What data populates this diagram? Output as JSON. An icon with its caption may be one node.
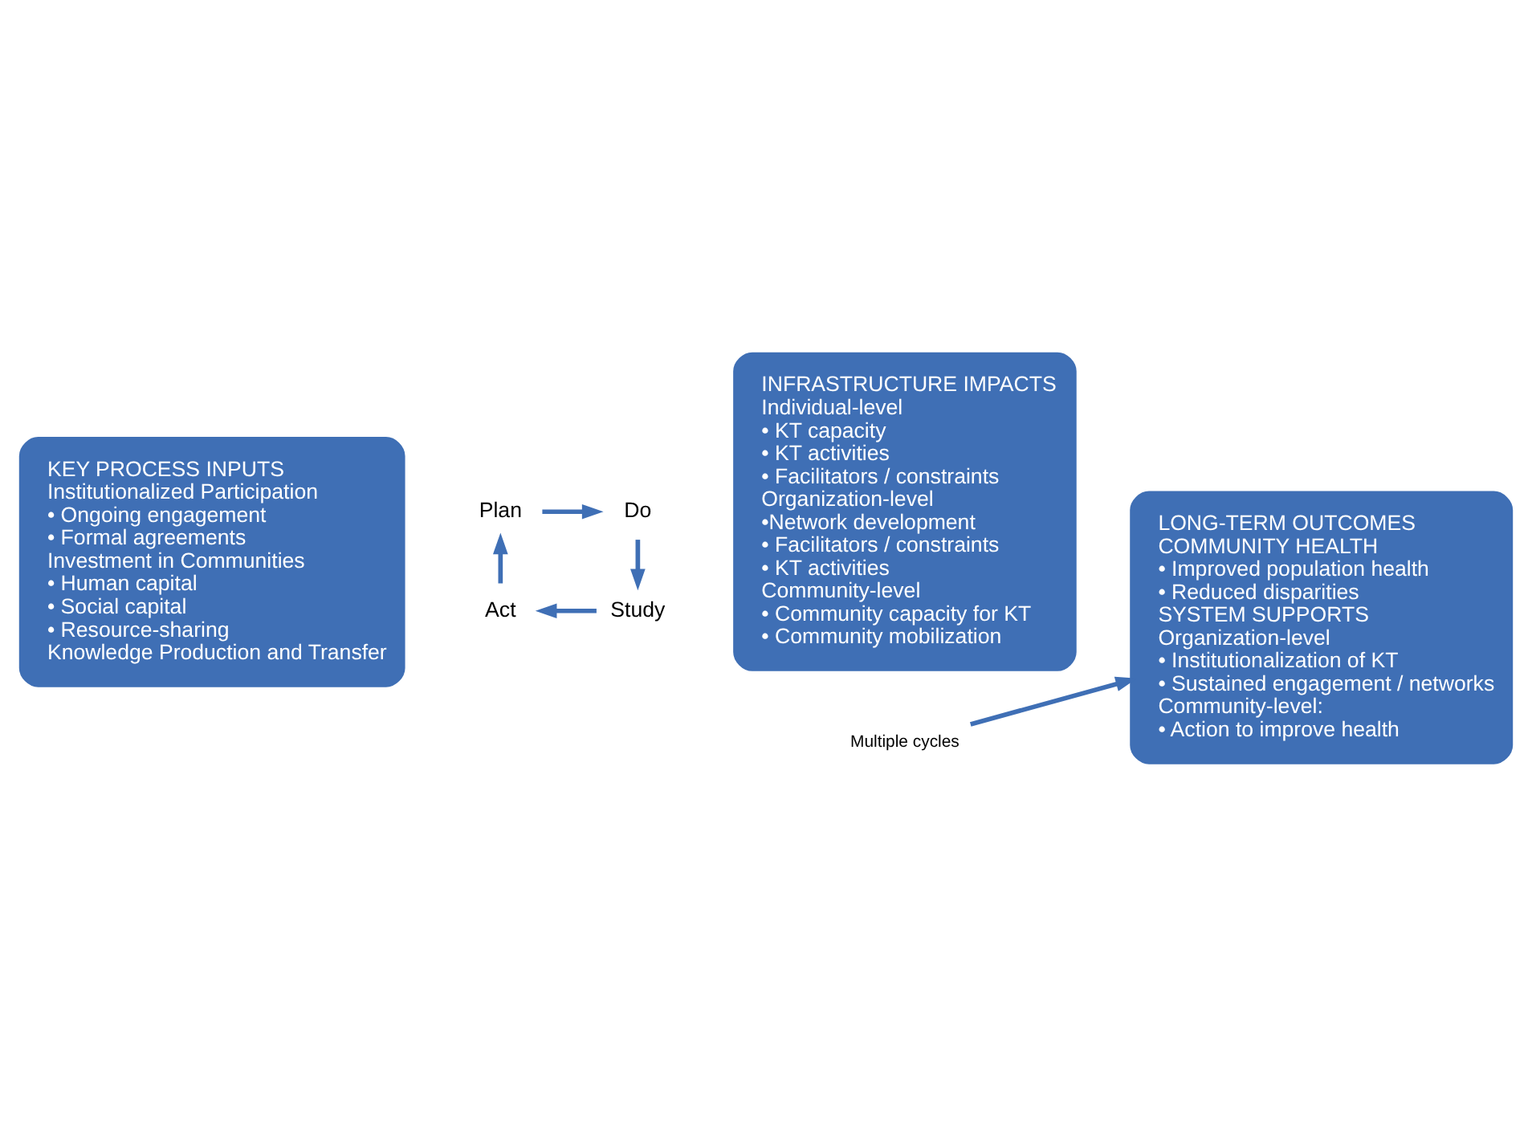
{
  "diagram": {
    "nodes": [
      {
        "text": [
          "KEY PROCESS INPUTS",
          "Institutionalized Participation",
          "• Ongoing engagement",
          "• Formal agreements",
          "Investment in Communities",
          "• Human capital",
          "• Social capital",
          "• Resource-sharing",
          "Knowledge Production and Transfer"
        ]
      },
      {
        "text": [
          "Plan"
        ]
      },
      {
        "text": [
          "Do"
        ]
      },
      {
        "text": [
          "Study"
        ]
      },
      {
        "text": [
          "Act"
        ]
      },
      {
        "text": [
          "Multiple cycles"
        ]
      },
      {
        "text": [
          "INFRASTRUCTURE IMPACTS",
          "Individual-level",
          "• KT capacity",
          "• KT activities",
          "• Facilitators / constraints",
          "Organization-level",
          "•Network development",
          "• Facilitators / constraints",
          "• KT activities",
          "Community-level",
          "• Community capacity for KT",
          "• Community mobilization"
        ]
      },
      {
        "text": [
          "LONG-TERM OUTCOMES",
          "COMMUNITY HEALTH",
          "• Improved population health",
          "• Reduced disparities",
          "SYSTEM SUPPORTS",
          "Organization-level",
          "• Institutionalization of KT",
          "• Sustained engagement / networks",
          "Community-level:",
          "• Action to improve health"
        ]
      }
    ],
    "edges": [
      {
        "from": 1,
        "to": 2,
        "arrow": "to"
      },
      {
        "from": 2,
        "to": 3,
        "arrow": "to"
      },
      {
        "from": 3,
        "to": 4,
        "arrow": "to"
      },
      {
        "from": 4,
        "to": 1,
        "arrow": "to"
      },
      {
        "from": 5,
        "to": 7,
        "arrow": "to"
      }
    ]
  }
}
